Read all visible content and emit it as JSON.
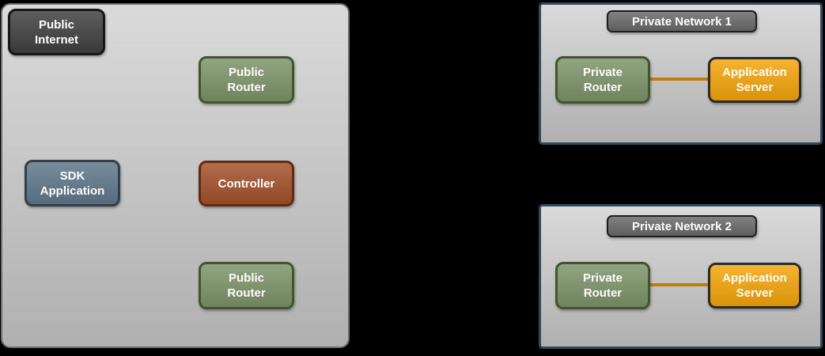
{
  "colors": {
    "background": "#000000",
    "public_zone_border": "#6e6e6e",
    "private_zone_border": "#2d4a60",
    "zone_fill_top": "#dadada",
    "zone_fill_bottom": "#b0b0b0",
    "dark_fill": "#3f3f3f",
    "dark_border": "#161616",
    "title_fill": "#696969",
    "title_border": "#1e1e1e",
    "green_fill": "#7b9368",
    "green_border": "#42552e",
    "blue_fill": "#5f7789",
    "blue_border": "#313f4c",
    "brown_fill": "#a3502a",
    "brown_border": "#642910",
    "orange_fill": "#f3a40a",
    "orange_border": "#2b2b2b",
    "connector": "#c17d0e"
  },
  "public_zone": {
    "public_internet": "Public\nInternet",
    "public_router_top": "Public\nRouter",
    "sdk_application": "SDK\nApplication",
    "controller": "Controller",
    "public_router_bottom": "Public\nRouter"
  },
  "private_network_1": {
    "title": "Private Network 1",
    "private_router": "Private\nRouter",
    "application_server": "Application\nServer"
  },
  "private_network_2": {
    "title": "Private Network 2",
    "private_router": "Private\nRouter",
    "application_server": "Application\nServer"
  }
}
